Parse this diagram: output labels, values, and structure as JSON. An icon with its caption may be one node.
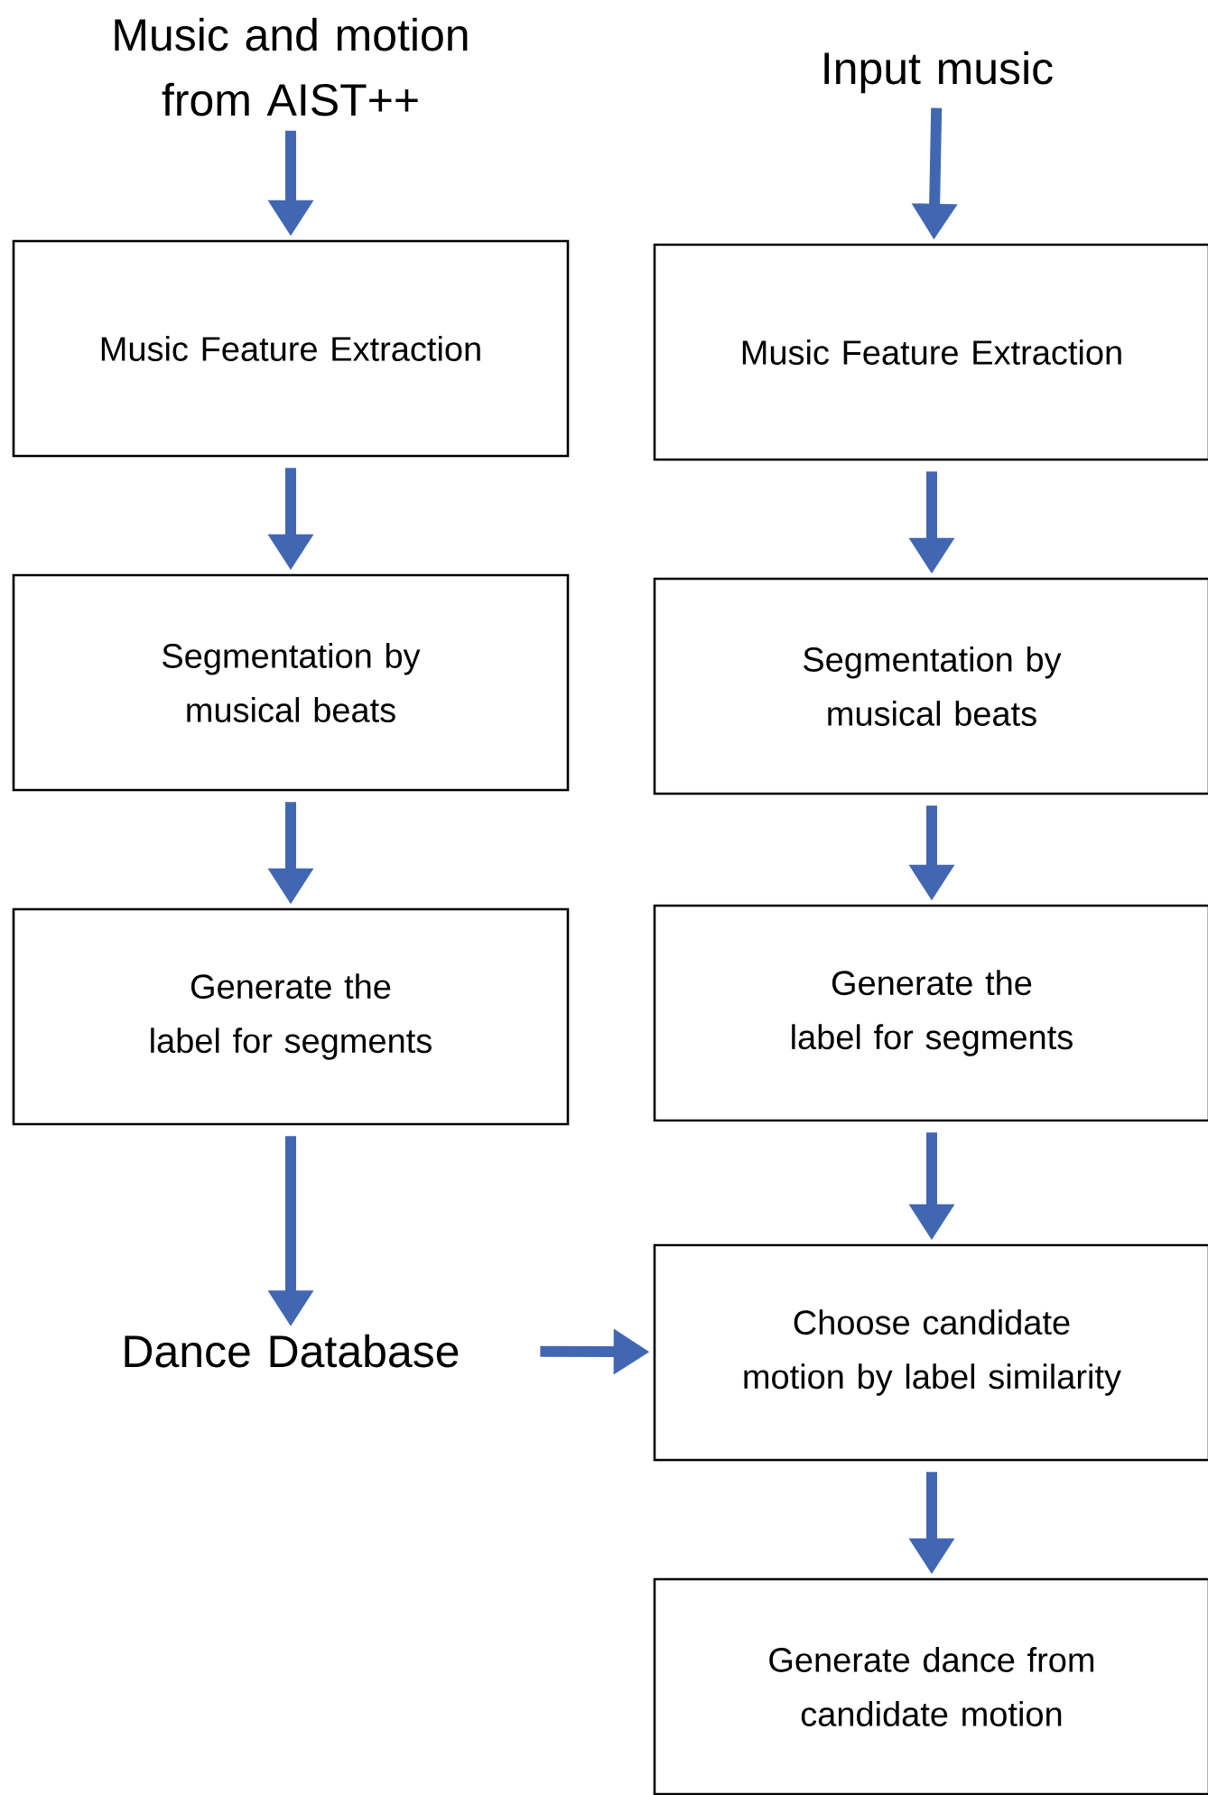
{
  "diagram": {
    "nodes": [
      {
        "text": [
          "Music and motion from AIST++"
        ]
      },
      {
        "text": [
          "Music Feature Extraction"
        ]
      },
      {
        "text": [
          "Segmentation by musical beats"
        ]
      },
      {
        "text": [
          "Generate the label for segments"
        ]
      },
      {
        "text": [
          "Dance Database"
        ]
      },
      {
        "text": [
          "Input music"
        ]
      },
      {
        "text": [
          "Music Feature Extraction"
        ]
      },
      {
        "text": [
          "Segmentation by musical beats"
        ]
      },
      {
        "text": [
          "Generate the label for segments"
        ]
      },
      {
        "text": [
          "Choose candidate motion by label similarity"
        ]
      },
      {
        "text": [
          "Generate dance from candidate motion"
        ]
      }
    ],
    "edges": [
      {
        "from": 0,
        "to": 1,
        "arrow": "to"
      },
      {
        "from": 1,
        "to": 2,
        "arrow": "to"
      },
      {
        "from": 2,
        "to": 3,
        "arrow": "to"
      },
      {
        "from": 3,
        "to": 4,
        "arrow": "to"
      },
      {
        "from": 5,
        "to": 6,
        "arrow": "to"
      },
      {
        "from": 6,
        "to": 7,
        "arrow": "to"
      },
      {
        "from": 7,
        "to": 8,
        "arrow": "to"
      },
      {
        "from": 8,
        "to": 9,
        "arrow": "to"
      },
      {
        "from": 4,
        "to": 9,
        "arrow": "to"
      },
      {
        "from": 9,
        "to": 10,
        "arrow": "to"
      }
    ]
  }
}
